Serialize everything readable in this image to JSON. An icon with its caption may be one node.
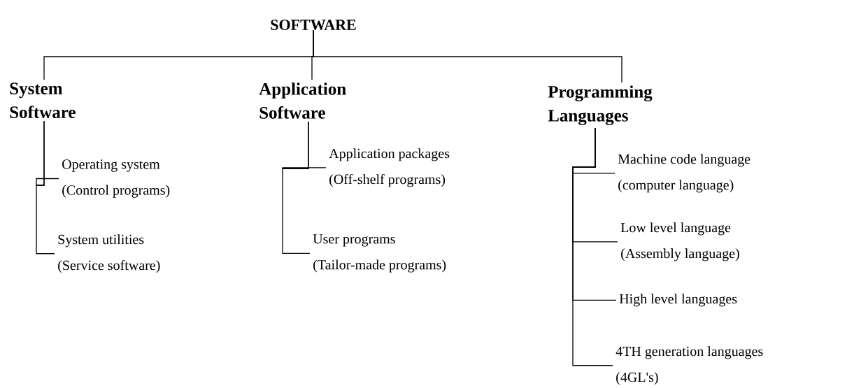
{
  "diagram": {
    "nodes": [
      {
        "text": [
          "SOFTWARE"
        ]
      },
      {
        "text": [
          "System Software"
        ]
      },
      {
        "text": [
          "Application Software"
        ]
      },
      {
        "text": [
          "Programming Languages"
        ]
      },
      {
        "text": [
          "Operating system",
          "(Control programs)"
        ]
      },
      {
        "text": [
          "System utilities",
          "(Service software)"
        ]
      },
      {
        "text": [
          "Application packages",
          "(Off-shelf programs)"
        ]
      },
      {
        "text": [
          "User programs",
          "(Tailor-made programs)"
        ]
      },
      {
        "text": [
          "Machine code language",
          "(computer language)"
        ]
      },
      {
        "text": [
          "Low level language",
          "(Assembly language)"
        ]
      },
      {
        "text": [
          "High level languages"
        ]
      },
      {
        "text": [
          "4TH generation languages",
          "(4GL's)"
        ]
      }
    ],
    "edges": [
      {
        "from": 0,
        "to": 1,
        "arrow": "none"
      },
      {
        "from": 0,
        "to": 2,
        "arrow": "none"
      },
      {
        "from": 0,
        "to": 3,
        "arrow": "none"
      },
      {
        "from": 1,
        "to": 4,
        "arrow": "none"
      },
      {
        "from": 1,
        "to": 5,
        "arrow": "none"
      },
      {
        "from": 2,
        "to": 6,
        "arrow": "none"
      },
      {
        "from": 2,
        "to": 7,
        "arrow": "none"
      },
      {
        "from": 3,
        "to": 8,
        "arrow": "none"
      },
      {
        "from": 3,
        "to": 9,
        "arrow": "none"
      },
      {
        "from": 3,
        "to": 10,
        "arrow": "none"
      },
      {
        "from": 3,
        "to": 11,
        "arrow": "none"
      }
    ]
  }
}
